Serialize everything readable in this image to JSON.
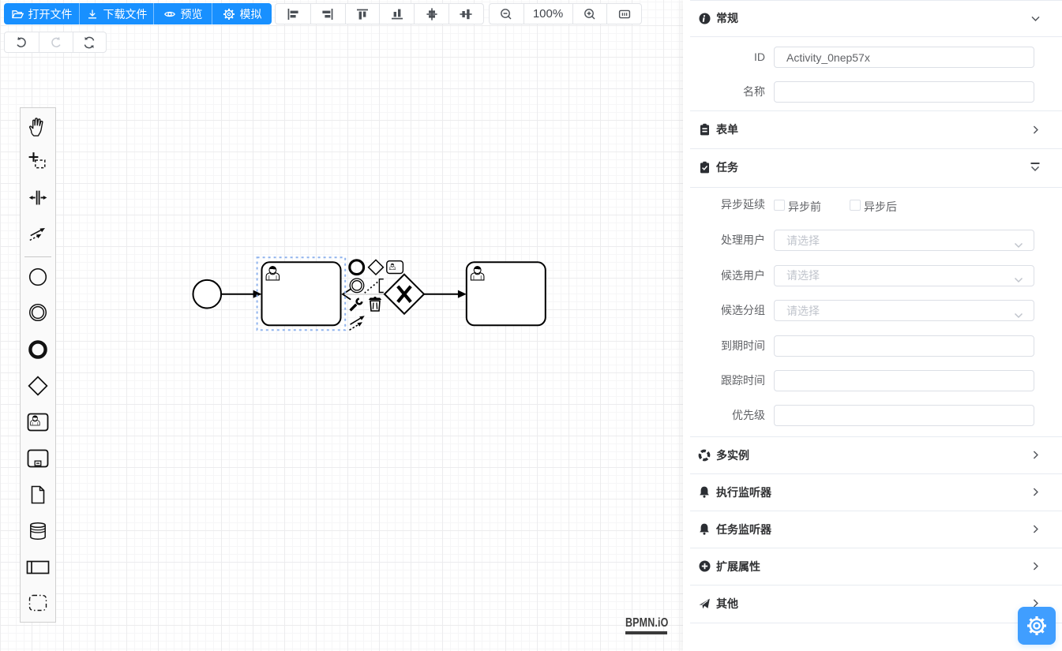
{
  "toolbar": {
    "file_buttons": [
      {
        "label": "打开文件",
        "icon": "folder-open-icon"
      },
      {
        "label": "下载文件",
        "icon": "download-icon"
      },
      {
        "label": "预览",
        "icon": "eye-icon"
      },
      {
        "label": "模拟",
        "icon": "gear-icon"
      }
    ],
    "align_buttons": [
      {
        "icon": "align-left-icon"
      },
      {
        "icon": "align-right-icon"
      },
      {
        "icon": "align-top-icon"
      },
      {
        "icon": "align-bottom-icon"
      },
      {
        "icon": "align-vertical-center-icon"
      },
      {
        "icon": "align-horizontal-center-icon"
      }
    ],
    "zoom": {
      "out_icon": "zoom-out-icon",
      "level": "100%",
      "in_icon": "zoom-in-icon",
      "reset_icon": "zoom-reset-icon"
    },
    "history_buttons": [
      {
        "icon": "undo-icon",
        "disabled": false
      },
      {
        "icon": "redo-icon",
        "disabled": true
      },
      {
        "icon": "restart-icon",
        "disabled": false
      }
    ]
  },
  "palette": {
    "tools": [
      "hand-tool",
      "lasso-tool",
      "space-tool",
      "global-connect-tool",
      "create-start-event",
      "create-intermediate-event",
      "create-end-event",
      "create-exclusive-gateway",
      "create-user-task",
      "create-subprocess",
      "create-data-object",
      "create-data-store",
      "create-participant",
      "create-group"
    ]
  },
  "canvas": {
    "watermark": "BPMN.iO",
    "zoom_percent": 100,
    "elements": {
      "start_event": "StartEvent",
      "selected_user_task_id": "Activity_0nep57x",
      "gateway": "ExclusiveGateway",
      "second_task": "UserTask"
    },
    "context_pad": [
      "append-end-event",
      "append-gateway",
      "append-user-task",
      "append-intermediate-event",
      "append-text-annotation",
      "replace-wrench",
      "delete-trash",
      "connect-tool"
    ]
  },
  "panel": {
    "sections": [
      {
        "title": "常规",
        "icon": "info-icon",
        "expanded": true
      },
      {
        "title": "表单",
        "icon": "form-icon",
        "expanded": false
      },
      {
        "title": "任务",
        "icon": "task-icon",
        "expanded": true
      },
      {
        "title": "多实例",
        "icon": "multi-instance-icon",
        "expanded": false
      },
      {
        "title": "执行监听器",
        "icon": "bell-icon",
        "expanded": false
      },
      {
        "title": "任务监听器",
        "icon": "bell-icon",
        "expanded": false
      },
      {
        "title": "扩展属性",
        "icon": "plus-circle-icon",
        "expanded": false
      },
      {
        "title": "其他",
        "icon": "send-icon",
        "expanded": false
      }
    ],
    "general": {
      "id_label": "ID",
      "id_value": "Activity_0nep57x",
      "name_label": "名称",
      "name_value": ""
    },
    "task": {
      "async_label": "异步延续",
      "async_before": "异步前",
      "async_after": "异步后",
      "assignee_label": "处理用户",
      "candidate_users_label": "候选用户",
      "candidate_groups_label": "候选分组",
      "due_date_label": "到期时间",
      "follow_up_label": "跟踪时间",
      "priority_label": "优先级",
      "select_placeholder": "请选择"
    }
  },
  "fab": {
    "icon": "gear-icon"
  }
}
